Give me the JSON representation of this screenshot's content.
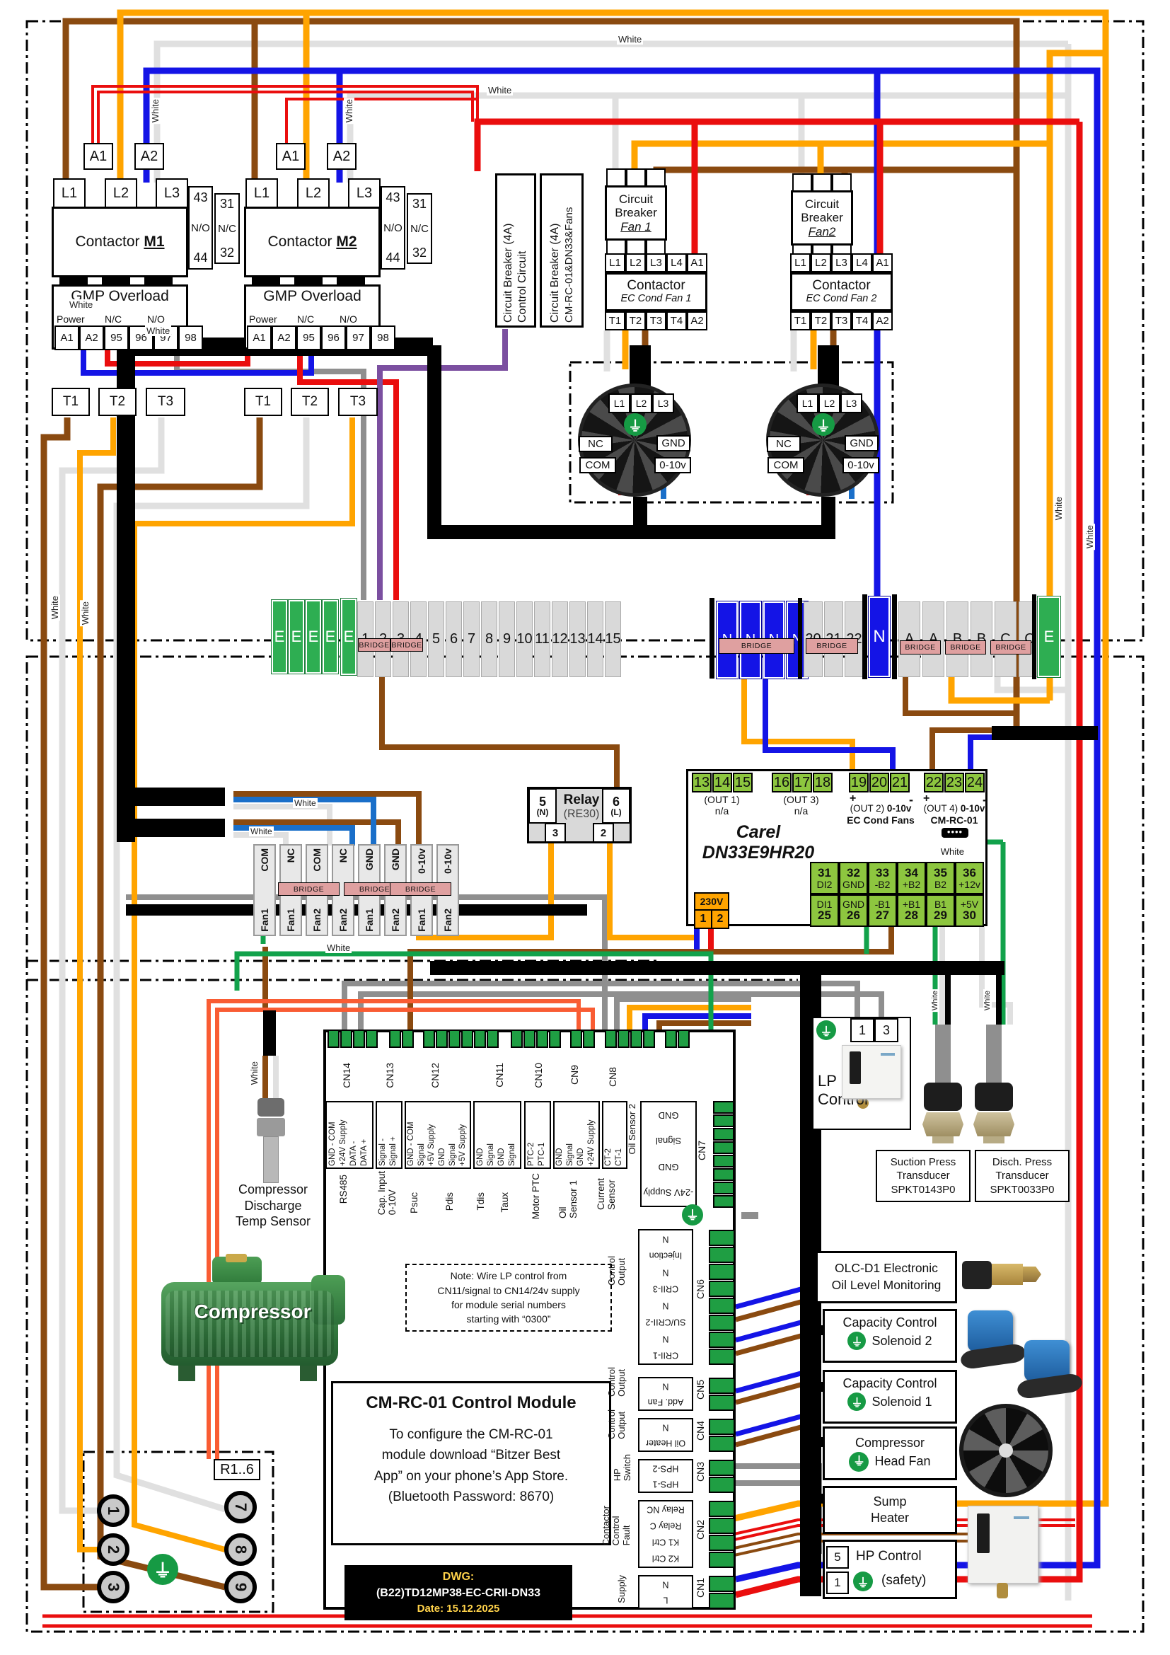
{
  "labels": {
    "white": "White",
    "bridge": "BRIDGE"
  },
  "colors": {
    "brown": "#8a4a10",
    "orange": "#ffa400",
    "white_wire": "#e0e0e0",
    "gray": "#8f8f8f",
    "blue": "#1414e6",
    "med_blue": "#1a6fc9",
    "red": "#ea0e0e",
    "salmon": "#f95c33",
    "purple": "#7b4fa0",
    "green": "#12a24b",
    "terminal_green": "#2eae52",
    "carel_green": "#8dc63f",
    "module_green": "#1f9e43",
    "bridge_pink": "#dfa0a0",
    "v230_orange": "#ffa400"
  },
  "contactor_m1": {
    "coil": [
      "A1",
      "A2"
    ],
    "line": [
      "L1",
      "L2",
      "L3"
    ],
    "title": "Contactor ",
    "name": "M1",
    "aux_no": [
      "43",
      "N/O",
      "44"
    ],
    "aux_nc": [
      "31",
      "N/C",
      "32"
    ],
    "gmp": {
      "title": "GMP Overload",
      "cols": [
        "Power",
        "N/C",
        "N/O"
      ],
      "terms": [
        "A1",
        "A2",
        "95",
        "96",
        "97",
        "98"
      ],
      "out": [
        "T1",
        "T2",
        "T3"
      ]
    }
  },
  "contactor_m2": {
    "coil": [
      "A1",
      "A2"
    ],
    "line": [
      "L1",
      "L2",
      "L3"
    ],
    "title": "Contactor ",
    "name": "M2",
    "aux_no": [
      "43",
      "N/O",
      "44"
    ],
    "aux_nc": [
      "31",
      "N/C",
      "32"
    ],
    "gmp": {
      "title": "GMP Overload",
      "cols": [
        "Power",
        "N/C",
        "N/O"
      ],
      "terms": [
        "A1",
        "A2",
        "95",
        "96",
        "97",
        "98"
      ],
      "out": [
        "T1",
        "T2",
        "T3"
      ]
    }
  },
  "breakers": {
    "cb_control": [
      "Circuit Breaker (4A)",
      "Control Circuit"
    ],
    "cb_module": [
      "Circuit Breaker (4A)",
      "CM-RC-01&DN33&Fans"
    ],
    "cb_fan1": [
      "Circuit",
      "Breaker",
      "Fan 1"
    ],
    "cb_fan2": [
      "Circuit",
      "Breaker",
      "Fan2"
    ]
  },
  "fan_contactor_1": {
    "title": "Contactor",
    "sub": "EC Cond Fan 1",
    "top": [
      "L1",
      "L2",
      "L3",
      "L4",
      "A1"
    ],
    "bot": [
      "T1",
      "T2",
      "T3",
      "T4",
      "A2"
    ]
  },
  "fan_contactor_2": {
    "title": "Contactor",
    "sub": "EC Cond Fan 2",
    "top": [
      "L1",
      "L2",
      "L3",
      "L4",
      "A1"
    ],
    "bot": [
      "T1",
      "T2",
      "T3",
      "T4",
      "A2"
    ]
  },
  "fans": {
    "terms": [
      "L1",
      "L2",
      "L3"
    ],
    "nc": "NC",
    "gnd": "GND",
    "com": "COM",
    "v010": "0-10v"
  },
  "strip": {
    "e": "E",
    "numbers": [
      "1",
      "2",
      "3",
      "4",
      "5",
      "6",
      "7",
      "8",
      "9",
      "10",
      "11",
      "12",
      "13",
      "14",
      "15"
    ],
    "n": [
      "N",
      "N",
      "N",
      "N"
    ],
    "g20": [
      "20",
      "21",
      "22"
    ],
    "nsingle": "N",
    "abc": [
      "A",
      "A",
      "B",
      "B",
      "C",
      "C"
    ],
    "e2": "E",
    "bridge": "BRIDGE"
  },
  "relay": {
    "n5": "5",
    "n5s": "(N)",
    "t": "Relay",
    "m": "(RE30)",
    "n6": "6",
    "n6s": "(L)",
    "b3": "3",
    "b2": "2"
  },
  "carel": {
    "g1": [
      "13",
      "14",
      "15"
    ],
    "g1a": "(OUT 1)",
    "g1b": "n/a",
    "g2": [
      "16",
      "17",
      "18"
    ],
    "g2a": "(OUT 3)",
    "g2b": "n/a",
    "g3": [
      "19",
      "20",
      "21"
    ],
    "g3p": "+",
    "g3m": "-",
    "g3a": "(OUT 2)",
    "g3v": "0-10v",
    "g3b": "EC Cond Fans",
    "g4": [
      "22",
      "23",
      "24"
    ],
    "g4p": "+",
    "g4m": "-",
    "g4a": "(OUT 4)",
    "g4v": "0-10v",
    "g4b": "CM-RC-01",
    "t1": "Carel",
    "t2": "DN33E9HR20",
    "white": "White",
    "v230": "230V",
    "v1": "1",
    "v2": "2",
    "row1": [
      {
        "n": "31",
        "s": "DI2"
      },
      {
        "n": "32",
        "s": "GND"
      },
      {
        "n": "33",
        "s": "-B2"
      },
      {
        "n": "34",
        "s": "+B2"
      },
      {
        "n": "35",
        "s": "B2"
      },
      {
        "n": "36",
        "s": "+12v"
      }
    ],
    "row2": [
      {
        "s": "DI1",
        "n": "25"
      },
      {
        "s": "GND",
        "n": "26"
      },
      {
        "s": "-B1",
        "n": "27"
      },
      {
        "s": "+B1",
        "n": "28"
      },
      {
        "s": "B1",
        "n": "29"
      },
      {
        "s": "+5V",
        "n": "30"
      }
    ]
  },
  "fanblock": {
    "cells": [
      {
        "t": "COM",
        "f": "Fan1"
      },
      {
        "t": "NC",
        "f": "Fan1"
      },
      {
        "t": "COM",
        "f": "Fan2"
      },
      {
        "t": "NC",
        "f": "Fan2"
      },
      {
        "t": "GND",
        "f": "Fan1"
      },
      {
        "t": "GND",
        "f": "Fan2"
      },
      {
        "t": "0-10v",
        "f": "Fan1"
      },
      {
        "t": "0-10v",
        "f": "Fan2"
      }
    ],
    "bridge": "BRIDGE"
  },
  "module": {
    "cn14": {
      "label": "CN14",
      "lines": [
        "GND - COM",
        "+24V Supply",
        "DATA -",
        "DATA +"
      ],
      "func": [
        "RS485"
      ]
    },
    "cn13": {
      "label": "CN13",
      "lines": [
        "Signal -",
        "Signal +"
      ],
      "func": [
        "Cap. Input",
        "0-10V"
      ]
    },
    "cn12": {
      "label": "CN12",
      "lines": [
        "GND - COM",
        "Signal",
        "+5V Supply",
        "GND",
        "Signal",
        "+5V Supply"
      ],
      "func": [
        "Psuc",
        "Pdis"
      ]
    },
    "cn11": {
      "label": "CN11",
      "lines": [
        "GND",
        "Signal",
        "GND",
        "Signal"
      ],
      "func": [
        "Tdis",
        "Taux"
      ]
    },
    "cn10": {
      "label": "CN10",
      "lines": [
        "PTC-2",
        "PTC-1"
      ],
      "func": [
        "Motor PTC"
      ]
    },
    "cn9": {
      "label": "CN9",
      "lines": [
        "GND",
        "Signal",
        "GND",
        "+24V Supply"
      ],
      "func": [
        "Oil",
        "Sensor 1"
      ]
    },
    "cn8": {
      "label": "CN8",
      "lines": [
        "CT-2",
        "CT-1"
      ],
      "func": [
        "Current",
        "Sensor"
      ]
    },
    "oil2": {
      "label": "Oil Sensor 2",
      "lines": [
        "GND",
        "Signal",
        "GND",
        "-24V Supply"
      ]
    },
    "cn7": "CN7",
    "cn6": {
      "label": "CN6",
      "group": [
        "Control",
        "Output"
      ],
      "lines": [
        "N",
        "Injection",
        "N",
        "CRII-3",
        "N",
        "SU/CRII-2",
        "N",
        "CRII-1"
      ]
    },
    "cn5": {
      "label": "CN5",
      "group": [
        "Control",
        "Output"
      ],
      "lines": [
        "N",
        "Add. Fan"
      ]
    },
    "cn4": {
      "label": "CN4",
      "group": [
        "Control",
        "Output"
      ],
      "lines": [
        "N",
        "Oil Heater"
      ]
    },
    "cn3": {
      "label": "CN3",
      "group": [
        "HP",
        "Switch"
      ],
      "lines": [
        "HPS-2",
        "HPS-1"
      ]
    },
    "cn2": {
      "label": "CN2",
      "group": [
        "Contactor",
        "Control",
        "Fault"
      ],
      "lines": [
        "Relay NC",
        "Relay C",
        "K1 Ctrl",
        "K2 Ctrl"
      ]
    },
    "cn1": {
      "label": "CN1",
      "group": [
        "Supply"
      ],
      "lines": [
        "N",
        "L"
      ]
    }
  },
  "sensor_label": [
    "Compressor",
    "Discharge",
    "Temp Sensor"
  ],
  "compressor": "Compressor",
  "note": [
    "Note: Wire LP control from",
    "CN11/signal to CN14/24v supply",
    "for module serial numbers",
    "starting with “0300”"
  ],
  "cm": {
    "title": "CM-RC-01 Control Module",
    "body": [
      "To configure the CM-RC-01",
      "module download “Bitzer Best",
      "App” on your phone’s App Store.",
      "(Bluetooth Password: 8670)"
    ]
  },
  "dwg": {
    "a": "DWG:",
    "b": "(B22)TD12MP38-EC-CRII-DN33",
    "c": "Date: 15.12.2025"
  },
  "r16": {
    "label": "R1..6",
    "nums": [
      "1",
      "2",
      "3",
      "7",
      "8",
      "9"
    ]
  },
  "rs": {
    "lp1": "1",
    "lp3": "3",
    "lp": [
      "LP",
      "Control"
    ],
    "su": [
      "Suction Press",
      "Transducer",
      "SPKT0143P0"
    ],
    "di": [
      "Disch. Press",
      "Transducer",
      "SPKT0033P0"
    ],
    "olc": [
      "OLC-D1 Electronic",
      "Oil Level Monitoring"
    ],
    "cc2": [
      "Capacity Control",
      "Solenoid 2"
    ],
    "cc1": [
      "Capacity Control",
      "Solenoid 1"
    ],
    "hf": [
      "Compressor",
      "Head Fan"
    ],
    "sump": [
      "Sump",
      "Heater"
    ],
    "hp5": "5",
    "hp1": "1",
    "hp": [
      "HP Control",
      "(safety)"
    ]
  }
}
